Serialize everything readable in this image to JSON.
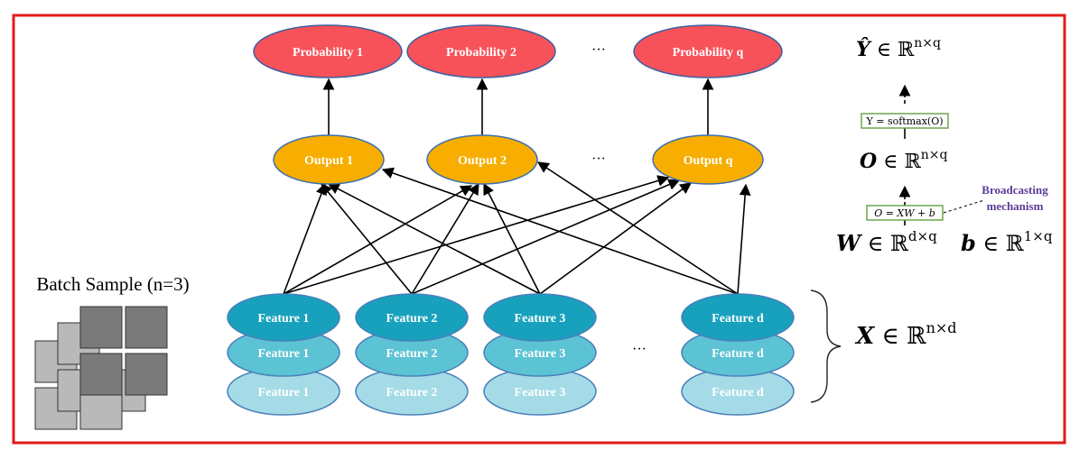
{
  "colors": {
    "frame": "#e01b1b",
    "probability_fill": "#f7525a",
    "probability_stroke": "#3b5fa0",
    "output_fill": "#f7ae00",
    "output_stroke": "#3b6fb0",
    "feature_top": "#17a1bd",
    "feature_mid": "#5bc3d3",
    "feature_bottom": "#a4dbe6",
    "feature_stroke": "#4a7fb8",
    "arrow": "#000000",
    "equation_box": "#6aa84f",
    "broadcast_text": "#5b3b9a",
    "sample_light": "#b9b9b9",
    "sample_dark": "#7a7a7a"
  },
  "probability_nodes": [
    {
      "label": "Probability 1"
    },
    {
      "label": "Probability 2"
    },
    {
      "label": "Probability q"
    }
  ],
  "output_nodes": [
    {
      "label": "Output 1"
    },
    {
      "label": "Output 2"
    },
    {
      "label": "Output q"
    }
  ],
  "feature_nodes": [
    {
      "label": "Feature 1"
    },
    {
      "label": "Feature 2"
    },
    {
      "label": "Feature 3"
    },
    {
      "label": "Feature d"
    }
  ],
  "ellipsis": {
    "prob": "···",
    "output": "···",
    "feature": "···"
  },
  "batch": {
    "label": "Batch Sample (n=3)"
  },
  "equations": {
    "y_hat_sym": "Ŷ",
    "y_hat_rest": " ∈ ℝ",
    "y_hat_sup": "n×q",
    "softmax": "Y = softmax(O)",
    "o_sym": "O",
    "o_rest": " ∈ ℝ",
    "o_sup": "n×q",
    "linear": "O = XW + b",
    "w_sym": "W",
    "w_rest": " ∈ ℝ",
    "w_sup": "d×q",
    "b_sym": "b",
    "b_rest": " ∈ ℝ",
    "b_sup": "1×q",
    "x_sym": "X",
    "x_rest": " ∈ ℝ",
    "x_sup": "n×d"
  },
  "annotation": {
    "line1": "Broadcasting",
    "line2": "mechanism"
  }
}
